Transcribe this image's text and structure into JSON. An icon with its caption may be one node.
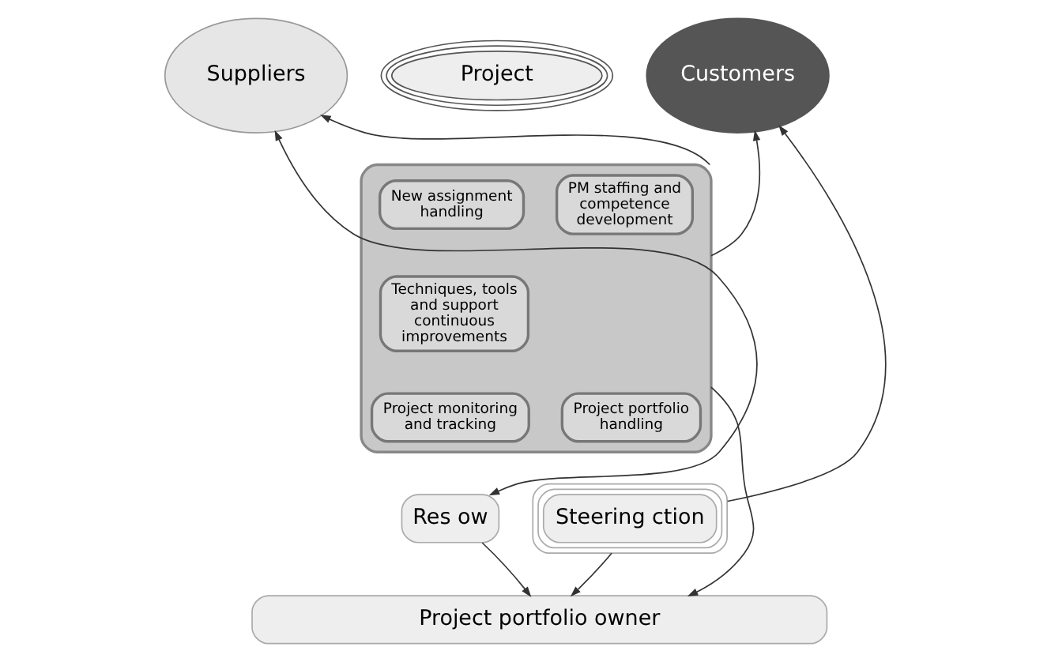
{
  "diagram": {
    "nodes": [
      {
        "text": [
          "Suppliers"
        ]
      },
      {
        "text": [
          "Project"
        ]
      },
      {
        "text": [
          "Customers"
        ]
      },
      {
        "text": [
          "Res ow"
        ]
      },
      {
        "text": [
          "Steering ction"
        ]
      },
      {
        "text": [],
        "shape": "box"
      },
      {
        "text": [
          "New assignment handling"
        ],
        "in": 5
      },
      {
        "text": [
          "PM staffing and competence development"
        ],
        "in": 5
      },
      {
        "text": [
          "Techniques, tools and support continuous improvements"
        ],
        "in": 5
      },
      {
        "text": [
          "Project monitoring and tracking"
        ],
        "in": 5
      },
      {
        "text": [
          "Project portfolio handling"
        ],
        "in": 5
      },
      {
        "text": [
          "Project portfolio owner"
        ]
      }
    ],
    "edges": [
      {
        "from": 5,
        "to": 0,
        "arrow": "to"
      },
      {
        "from": 5,
        "to": 2,
        "arrow": "to"
      },
      {
        "from": 0,
        "to": 3,
        "arrow": "both"
      },
      {
        "from": 4,
        "to": 2,
        "arrow": "to"
      },
      {
        "from": 3,
        "to": 11,
        "arrow": "to"
      },
      {
        "from": 5,
        "to": 11,
        "arrow": "to"
      },
      {
        "from": 4,
        "to": 11,
        "arrow": "to"
      }
    ]
  }
}
